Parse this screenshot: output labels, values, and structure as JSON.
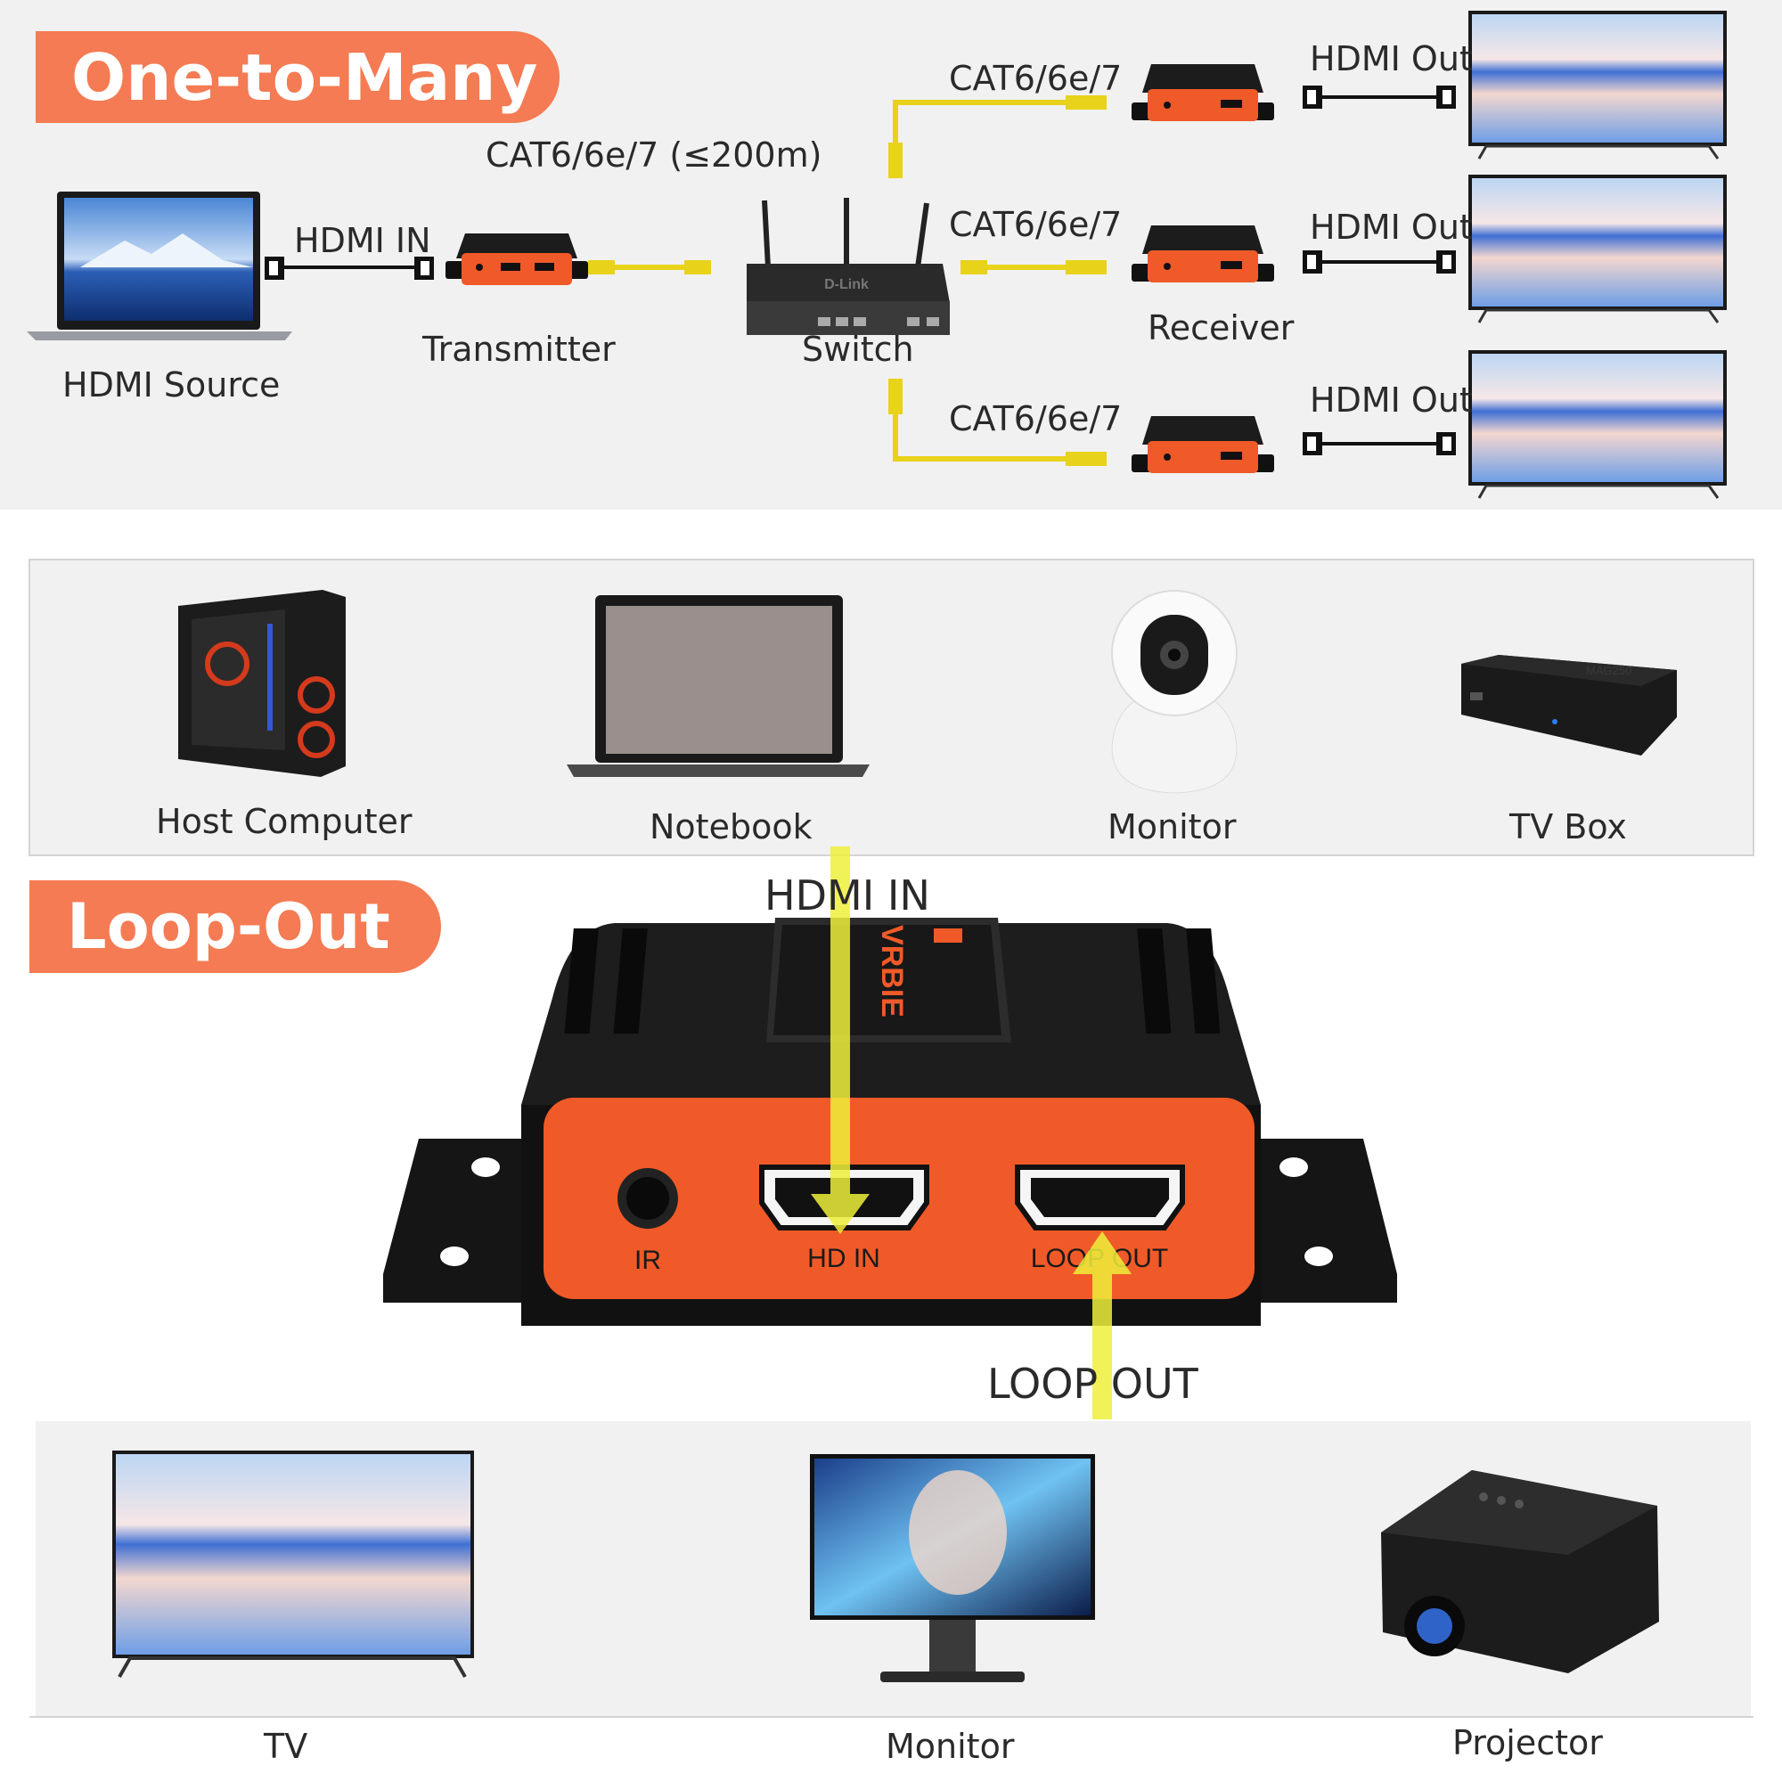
{
  "one_to_many": {
    "banner": "One-to-Many",
    "hdmi_in": "HDMI IN",
    "cable_main": "CAT6/6e/7 (≤200m)",
    "cable_1": "CAT6/6e/7",
    "cable_2": "CAT6/6e/7",
    "cable_3": "CAT6/6e/7",
    "hdmi_out_1": "HDMI Out",
    "hdmi_out_2": "HDMI Out",
    "hdmi_out_3": "HDMI Out",
    "source_label": "HDMI Source",
    "transmitter_label": "Transmitter",
    "switch_label": "Switch",
    "receiver_label": "Receiver",
    "router_brand": "D-Link"
  },
  "sources": {
    "items": [
      "Host Computer",
      "Notebook",
      "Monitor",
      "TV Box"
    ],
    "tv_box_brand": "MAG250"
  },
  "loop_out": {
    "banner": "Loop-Out",
    "hdmi_in": "HDMI IN",
    "loop_out": "LOOP OUT",
    "port_ir": "IR",
    "port_hd_in": "HD IN",
    "port_loop_out": "LOOP OUT",
    "brand": "VRBIE"
  },
  "displays": {
    "items": [
      "TV",
      "Monitor",
      "Projector"
    ]
  },
  "colors": {
    "accent": "#f47b53",
    "device_orange": "#f05a28",
    "cable_yellow": "#e8d21a",
    "arrow_yellow": "#eef03a",
    "panel_grey": "#f1f1f1"
  }
}
